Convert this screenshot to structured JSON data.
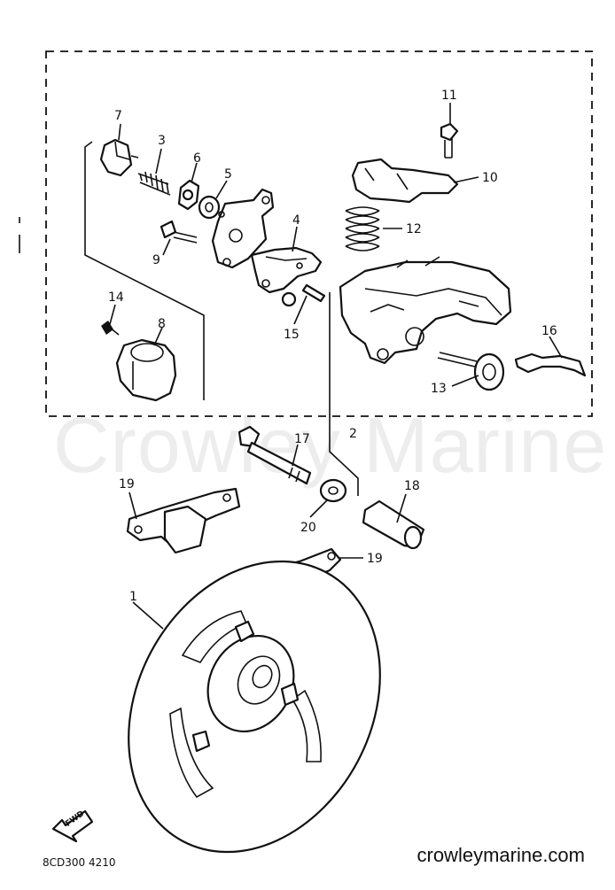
{
  "diagram": {
    "code": "8CD300 4210",
    "fwd_label": "FWD",
    "watermark": "Crowley Marine",
    "site": "crowleymarine.com",
    "callouts": {
      "p1": "1",
      "p2": "2",
      "p3": "3",
      "p4": "4",
      "p5": "5",
      "p6": "6",
      "p7": "7",
      "p8": "8",
      "p9": "9",
      "p10": "10",
      "p11": "11",
      "p12": "12",
      "p13": "13",
      "p14": "14",
      "p15": "15",
      "p16": "16",
      "p17": "17",
      "p18": "18",
      "p19a": "19",
      "p19b": "19",
      "p20": "20"
    }
  }
}
